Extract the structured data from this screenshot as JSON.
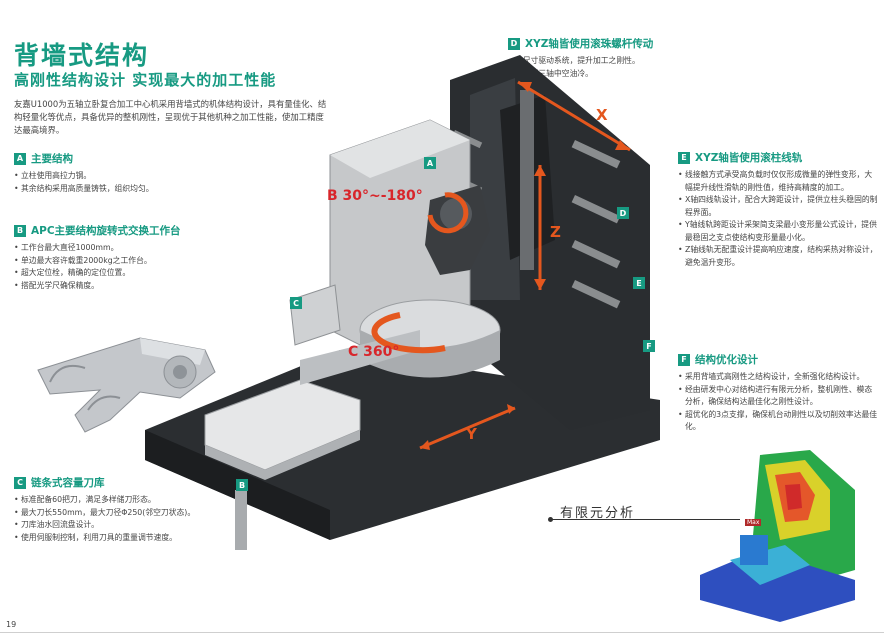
{
  "header": {
    "title": "背墙式结构",
    "subtitle": "高刚性结构设计  实现最大的加工性能",
    "intro": "友嘉U1000为五轴立卧复合加工中心机采用背墙式的机体结构设计，具有量佳化、结构轻量化等优点，具备优异的整机刚性，呈现优于其他机种之加工性能，使加工精度达最高境界。"
  },
  "sections": {
    "a": {
      "letter": "A",
      "title": "主要结构",
      "items": [
        "立柱使用高拉力钢。",
        "其余结构采用高质量铸铁，组织均匀。"
      ]
    },
    "b": {
      "letter": "B",
      "title": "APC主要结构旋转式交换工作台",
      "items": [
        "工作台最大直径1000mm。",
        "单边最大容许载重2000kg之工作台。",
        "超大定位栓，精确的定位位置。",
        "搭配光学尺确保精度。"
      ]
    },
    "c": {
      "letter": "C",
      "title": "链条式容量刀库",
      "items": [
        "标准配备60把刀，满足多样储刀形态。",
        "最大刀长550mm，最大刀径Φ250(邻空刀状态)。",
        "刀库油水回流盘设计。",
        "使用伺服制控制，利用刀具的重量调节速度。"
      ]
    },
    "d": {
      "letter": "D",
      "title": "XYZ轴皆使用滚珠螺杆传动",
      "items": [
        "大尺寸驱动系统，提升加工之刚性。",
        "可选配三轴中空油冷。"
      ]
    },
    "e": {
      "letter": "E",
      "title": "XYZ轴皆使用滚柱线轨",
      "items": [
        "线接触方式承受高负载时仅仅形成微量的弹性变形，大幅提升线性滑轨的刚性值，维持高精度的加工。",
        "X轴四线轨设计，配合大跨距设计，提供立柱头稳固的制程界面。",
        "Y轴线轨跨距设计采架简支梁最小变形量公式设计，提供最稳固之支点使结构变形量最小化。",
        "Z轴线轨无配重设计提高响应速度，结构采热对称设计，避免温升变形。"
      ]
    },
    "f": {
      "letter": "F",
      "title": "结构优化设计",
      "items": [
        "采用背墙式高刚性之结构设计，全新强化结构设计。",
        "经由研发中心对结构进行有限元分析，整机刚性、模态分析，确保结构达最佳化之刚性设计。",
        "超优化的3点支撑，确保机台动刚性以及切削效率达最佳化。"
      ]
    }
  },
  "diagram": {
    "tags": [
      "A",
      "B",
      "C",
      "D",
      "E",
      "F"
    ],
    "axis_x": "X",
    "axis_y": "Y",
    "axis_z": "Z",
    "rot_b": "B 30°~-180°",
    "rot_c": "C 360°",
    "fea_label": "有限元分析",
    "max_label": "Max"
  },
  "footer": {
    "page": "19"
  },
  "colors": {
    "accent": "#179a82",
    "axis": "#e4571e",
    "rot": "#d8262b"
  }
}
